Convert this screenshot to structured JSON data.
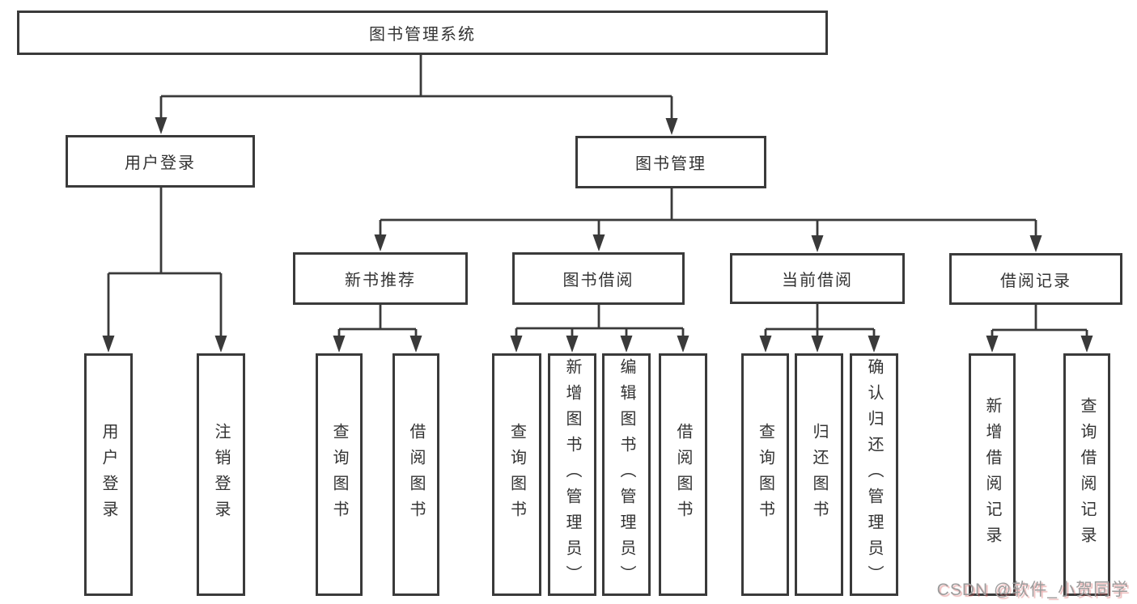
{
  "tree": {
    "root": {
      "label": "图书管理系统"
    },
    "branches": [
      {
        "label": "用户登录",
        "children": [
          "用户登录",
          "注销登录"
        ]
      },
      {
        "label": "图书管理",
        "sections": [
          {
            "label": "新书推荐",
            "children": [
              "查询图书",
              "借阅图书"
            ]
          },
          {
            "label": "图书借阅",
            "children": [
              "查询图书",
              "新增图书（管理员）",
              "编辑图书（管理员）",
              "借阅图书"
            ]
          },
          {
            "label": "当前借阅",
            "children": [
              "查询图书",
              "归还图书",
              "确认归还（管理员）"
            ]
          },
          {
            "label": "借阅记录",
            "children": [
              "新增借阅记录",
              "查询借阅记录"
            ]
          }
        ]
      }
    ]
  },
  "watermark": "CSDN @软件_小贺同学",
  "colors": {
    "line": "#3a3a3a",
    "text": "#333333",
    "background": "#ffffff",
    "watermark_gray": "#9c9c9c",
    "watermark_red": "#d86060"
  }
}
